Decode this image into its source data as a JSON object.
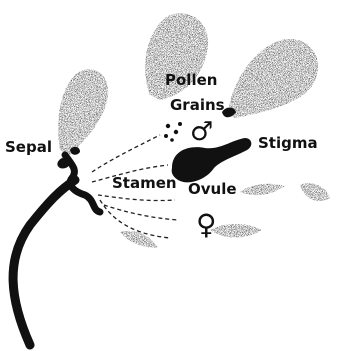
{
  "labels": {
    "sepal": "Sepal",
    "pollen": "Pollen",
    "grains": "Grains",
    "stigma": "Stigma",
    "stamen": "Stamen",
    "ovule": "Ovule"
  },
  "symbols": {
    "male": "♂",
    "female": "♀"
  },
  "colors": {
    "ink": "#111111",
    "stipple": "#3a3a3a",
    "background": "#ffffff"
  }
}
